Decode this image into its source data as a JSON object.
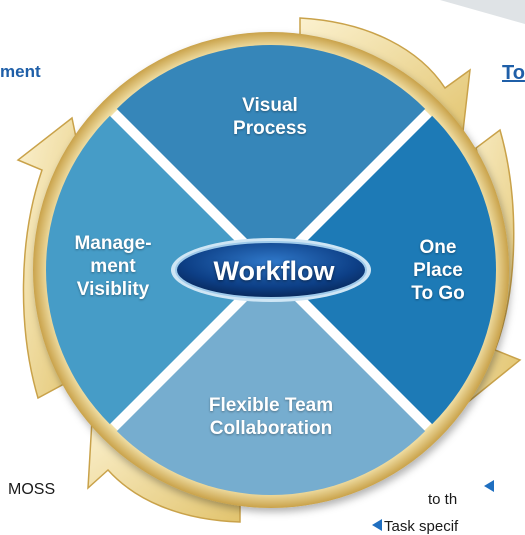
{
  "diagram": {
    "center": "Workflow",
    "segments": {
      "top": [
        "Visual",
        "Process"
      ],
      "right": [
        "One",
        "Place",
        "To Go"
      ],
      "bottom": [
        "Flexible Team",
        "Collaboration"
      ],
      "left": [
        "Manage-",
        "ment",
        "Visiblity"
      ]
    },
    "colors": {
      "top": "#2a7fb5",
      "right": "#0f72b2",
      "bottom": "#6ea8cc",
      "left": "#3b96c4",
      "ring": "#e6c976",
      "arrow": "#f0d98c",
      "center": "#0d3f86"
    }
  },
  "background_text": {
    "left_heading": "ment",
    "right_heading": "To",
    "bottom_left": "MOSS",
    "bottom_right": "to th",
    "bottom_right_2": "Task specif"
  }
}
